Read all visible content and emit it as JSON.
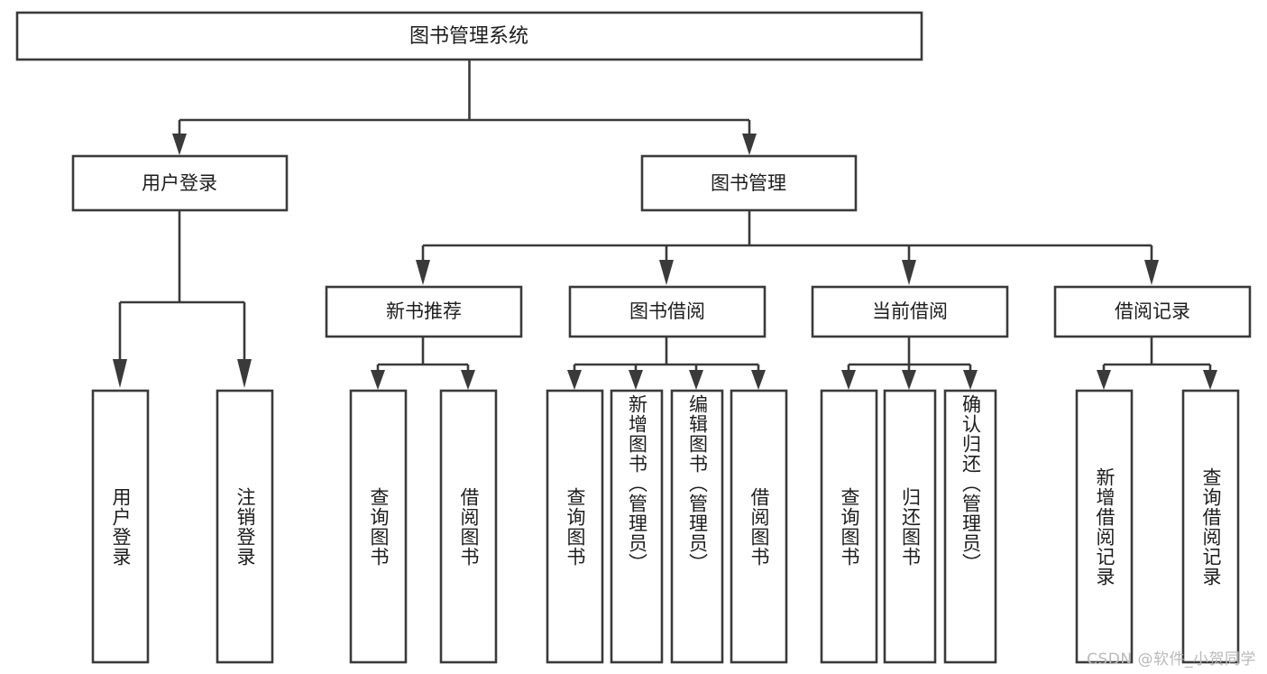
{
  "diagram": {
    "type": "tree-hierarchy",
    "title": "图书管理系统",
    "watermark": "CSDN @软件_小贺同学",
    "colors": {
      "box_stroke": "#3a3a3a",
      "box_fill": "#ffffff",
      "text": "#1d1d1d",
      "connector": "#3a3a3a",
      "watermark": "#b9b9b9",
      "background": "#ffffff"
    },
    "root": {
      "id": "root",
      "label": "图书管理系统"
    },
    "level2": [
      {
        "id": "user-login",
        "label": "用户登录"
      },
      {
        "id": "book-management",
        "label": "图书管理"
      }
    ],
    "level3": [
      {
        "id": "new-book-recommend",
        "label": "新书推荐",
        "parent": "book-management"
      },
      {
        "id": "book-borrow",
        "label": "图书借阅",
        "parent": "book-management"
      },
      {
        "id": "current-borrow",
        "label": "当前借阅",
        "parent": "book-management"
      },
      {
        "id": "borrow-record",
        "label": "借阅记录",
        "parent": "book-management"
      }
    ],
    "leaves": {
      "user-login": [
        {
          "id": "leaf-user-login",
          "label": "用户登录"
        },
        {
          "id": "leaf-logout-login",
          "label": "注销登录"
        }
      ],
      "new-book-recommend": [
        {
          "id": "leaf-query-book-1",
          "label": "查询图书"
        },
        {
          "id": "leaf-borrow-book-1",
          "label": "借阅图书"
        }
      ],
      "book-borrow": [
        {
          "id": "leaf-query-book-2",
          "label": "查询图书"
        },
        {
          "id": "leaf-add-book",
          "label": "新增图书（管理员）"
        },
        {
          "id": "leaf-edit-book",
          "label": "编辑图书（管理员）"
        },
        {
          "id": "leaf-borrow-book-2",
          "label": "借阅图书"
        }
      ],
      "current-borrow": [
        {
          "id": "leaf-query-book-3",
          "label": "查询图书"
        },
        {
          "id": "leaf-return-book",
          "label": "归还图书"
        },
        {
          "id": "leaf-confirm-return",
          "label": "确认归还（管理员）"
        }
      ],
      "borrow-record": [
        {
          "id": "leaf-add-record",
          "label": "新增借阅记录"
        },
        {
          "id": "leaf-query-record",
          "label": "查询借阅记录"
        }
      ]
    }
  }
}
